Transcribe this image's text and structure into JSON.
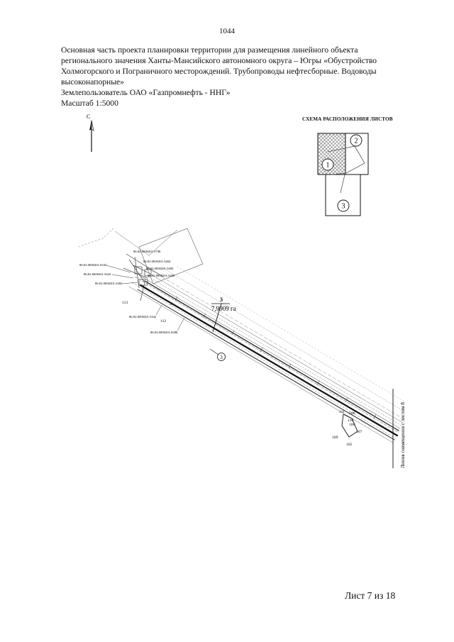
{
  "page_number": "1044",
  "header": {
    "lines": [
      "Основная часть проекта планировки территории для размещения линейного объекта",
      "регионального значения Ханты-Мансийского автономного округа – Югры  «Обустройство",
      "Холмогорского и Пограничного месторождений. Трубопроводы нефтесборные. Водоводы",
      "высоконапорные»"
    ],
    "landuser": "Землепользователь ОАО «Газпромнефть - ННГ»",
    "scale": "Масштаб 1:5000"
  },
  "north_arrow": {
    "label": "С"
  },
  "scheme": {
    "title": "СХЕМА РАСПОЛОЖЕНИЯ ЛИСТОВ",
    "sheets": [
      "1",
      "2",
      "3"
    ]
  },
  "map": {
    "parcel_labels": [
      "86:02:0000201:5798",
      "86:02:0000201:5404",
      "86:02:0000201:5400",
      "86:02:0000201:5400",
      "86:02:0000201:6543",
      "86:02:0000201:5643",
      "86:02:0000201:5482",
      "86:02:0000201:5442",
      "86:02:0000201:6588"
    ],
    "zone_number": "3",
    "area": "7,9909 га",
    "circle_label": "3",
    "point_labels": [
      "113",
      "112",
      "111",
      "110",
      "109",
      "108",
      "107",
      "106",
      "105",
      "8"
    ],
    "match_line": "Линия совмещения с листом 8"
  },
  "footer": {
    "sheet": "Лист 7 из 18"
  }
}
